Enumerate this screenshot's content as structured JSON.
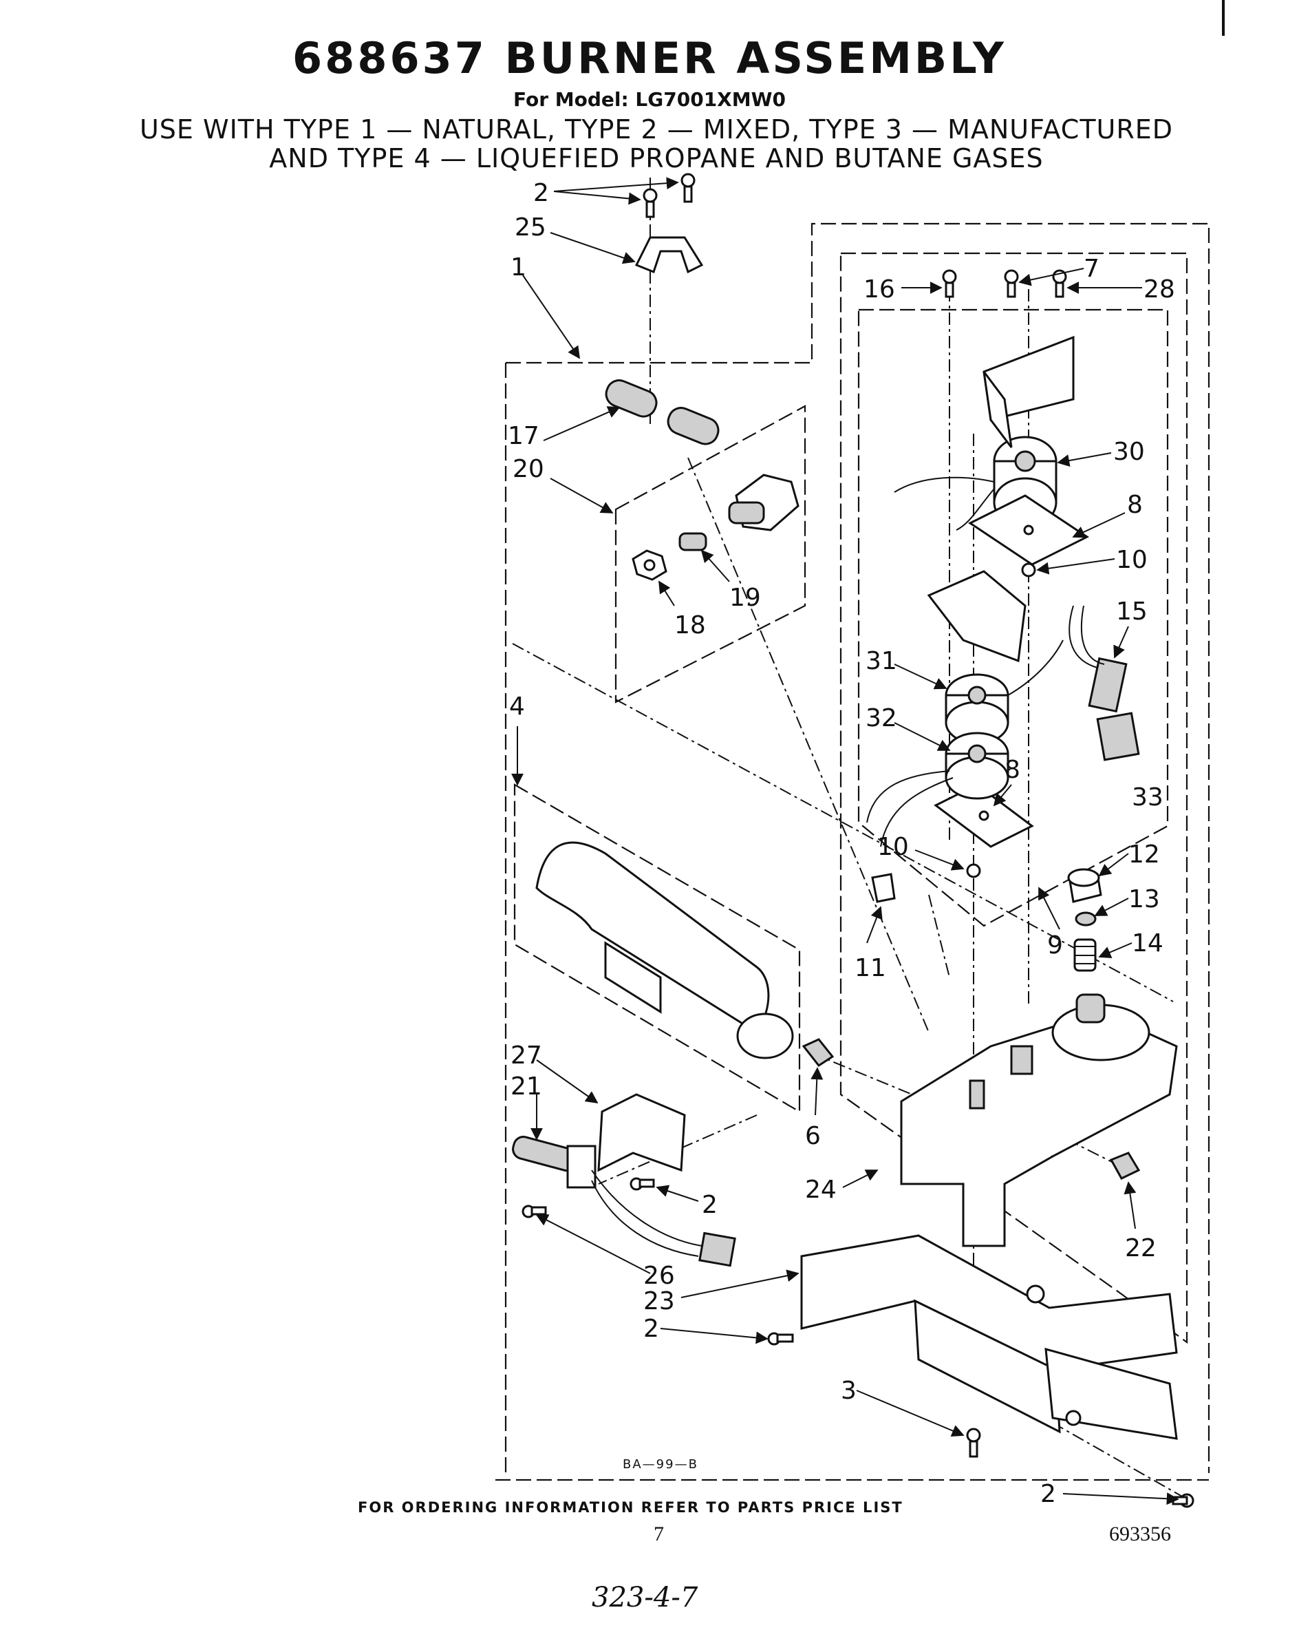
{
  "header": {
    "title": "688637 BURNER ASSEMBLY",
    "model": "For Model: LG7001XMW0",
    "gas_line1": "USE WITH TYPE 1 — NATURAL, TYPE 2 — MIXED, TYPE 3 — MANUFACTURED",
    "gas_line2": "AND TYPE 4 — LIQUEFIED PROPANE AND BUTANE GASES"
  },
  "diagram": {
    "drawing_code": "BA—99—B",
    "callouts": [
      {
        "id": "c2a",
        "text": "2"
      },
      {
        "id": "c25",
        "text": "25"
      },
      {
        "id": "c1",
        "text": "1"
      },
      {
        "id": "c16",
        "text": "16"
      },
      {
        "id": "c7",
        "text": "7"
      },
      {
        "id": "c28",
        "text": "28"
      },
      {
        "id": "c17",
        "text": "17"
      },
      {
        "id": "c30",
        "text": "30"
      },
      {
        "id": "c20",
        "text": "20"
      },
      {
        "id": "c8a",
        "text": "8"
      },
      {
        "id": "c10a",
        "text": "10"
      },
      {
        "id": "c19",
        "text": "19"
      },
      {
        "id": "c18",
        "text": "18"
      },
      {
        "id": "c15",
        "text": "15"
      },
      {
        "id": "c31",
        "text": "31"
      },
      {
        "id": "c4",
        "text": "4"
      },
      {
        "id": "c32",
        "text": "32"
      },
      {
        "id": "c8b",
        "text": "8"
      },
      {
        "id": "c33",
        "text": "33"
      },
      {
        "id": "c10b",
        "text": "10"
      },
      {
        "id": "c12",
        "text": "12"
      },
      {
        "id": "c13",
        "text": "13"
      },
      {
        "id": "c9",
        "text": "9"
      },
      {
        "id": "c14",
        "text": "14"
      },
      {
        "id": "c11",
        "text": "11"
      },
      {
        "id": "c27",
        "text": "27"
      },
      {
        "id": "c21",
        "text": "21"
      },
      {
        "id": "c6",
        "text": "6"
      },
      {
        "id": "c24",
        "text": "24"
      },
      {
        "id": "c2b",
        "text": "2"
      },
      {
        "id": "c22",
        "text": "22"
      },
      {
        "id": "c26",
        "text": "26"
      },
      {
        "id": "c23",
        "text": "23"
      },
      {
        "id": "c2c",
        "text": "2"
      },
      {
        "id": "c3",
        "text": "3"
      },
      {
        "id": "c2d",
        "text": "2"
      }
    ]
  },
  "footer": {
    "ordering_note": "FOR ORDERING INFORMATION REFER TO PARTS PRICE LIST",
    "page_number": "7",
    "doc_number": "693356",
    "handwritten": "323-4-7"
  }
}
